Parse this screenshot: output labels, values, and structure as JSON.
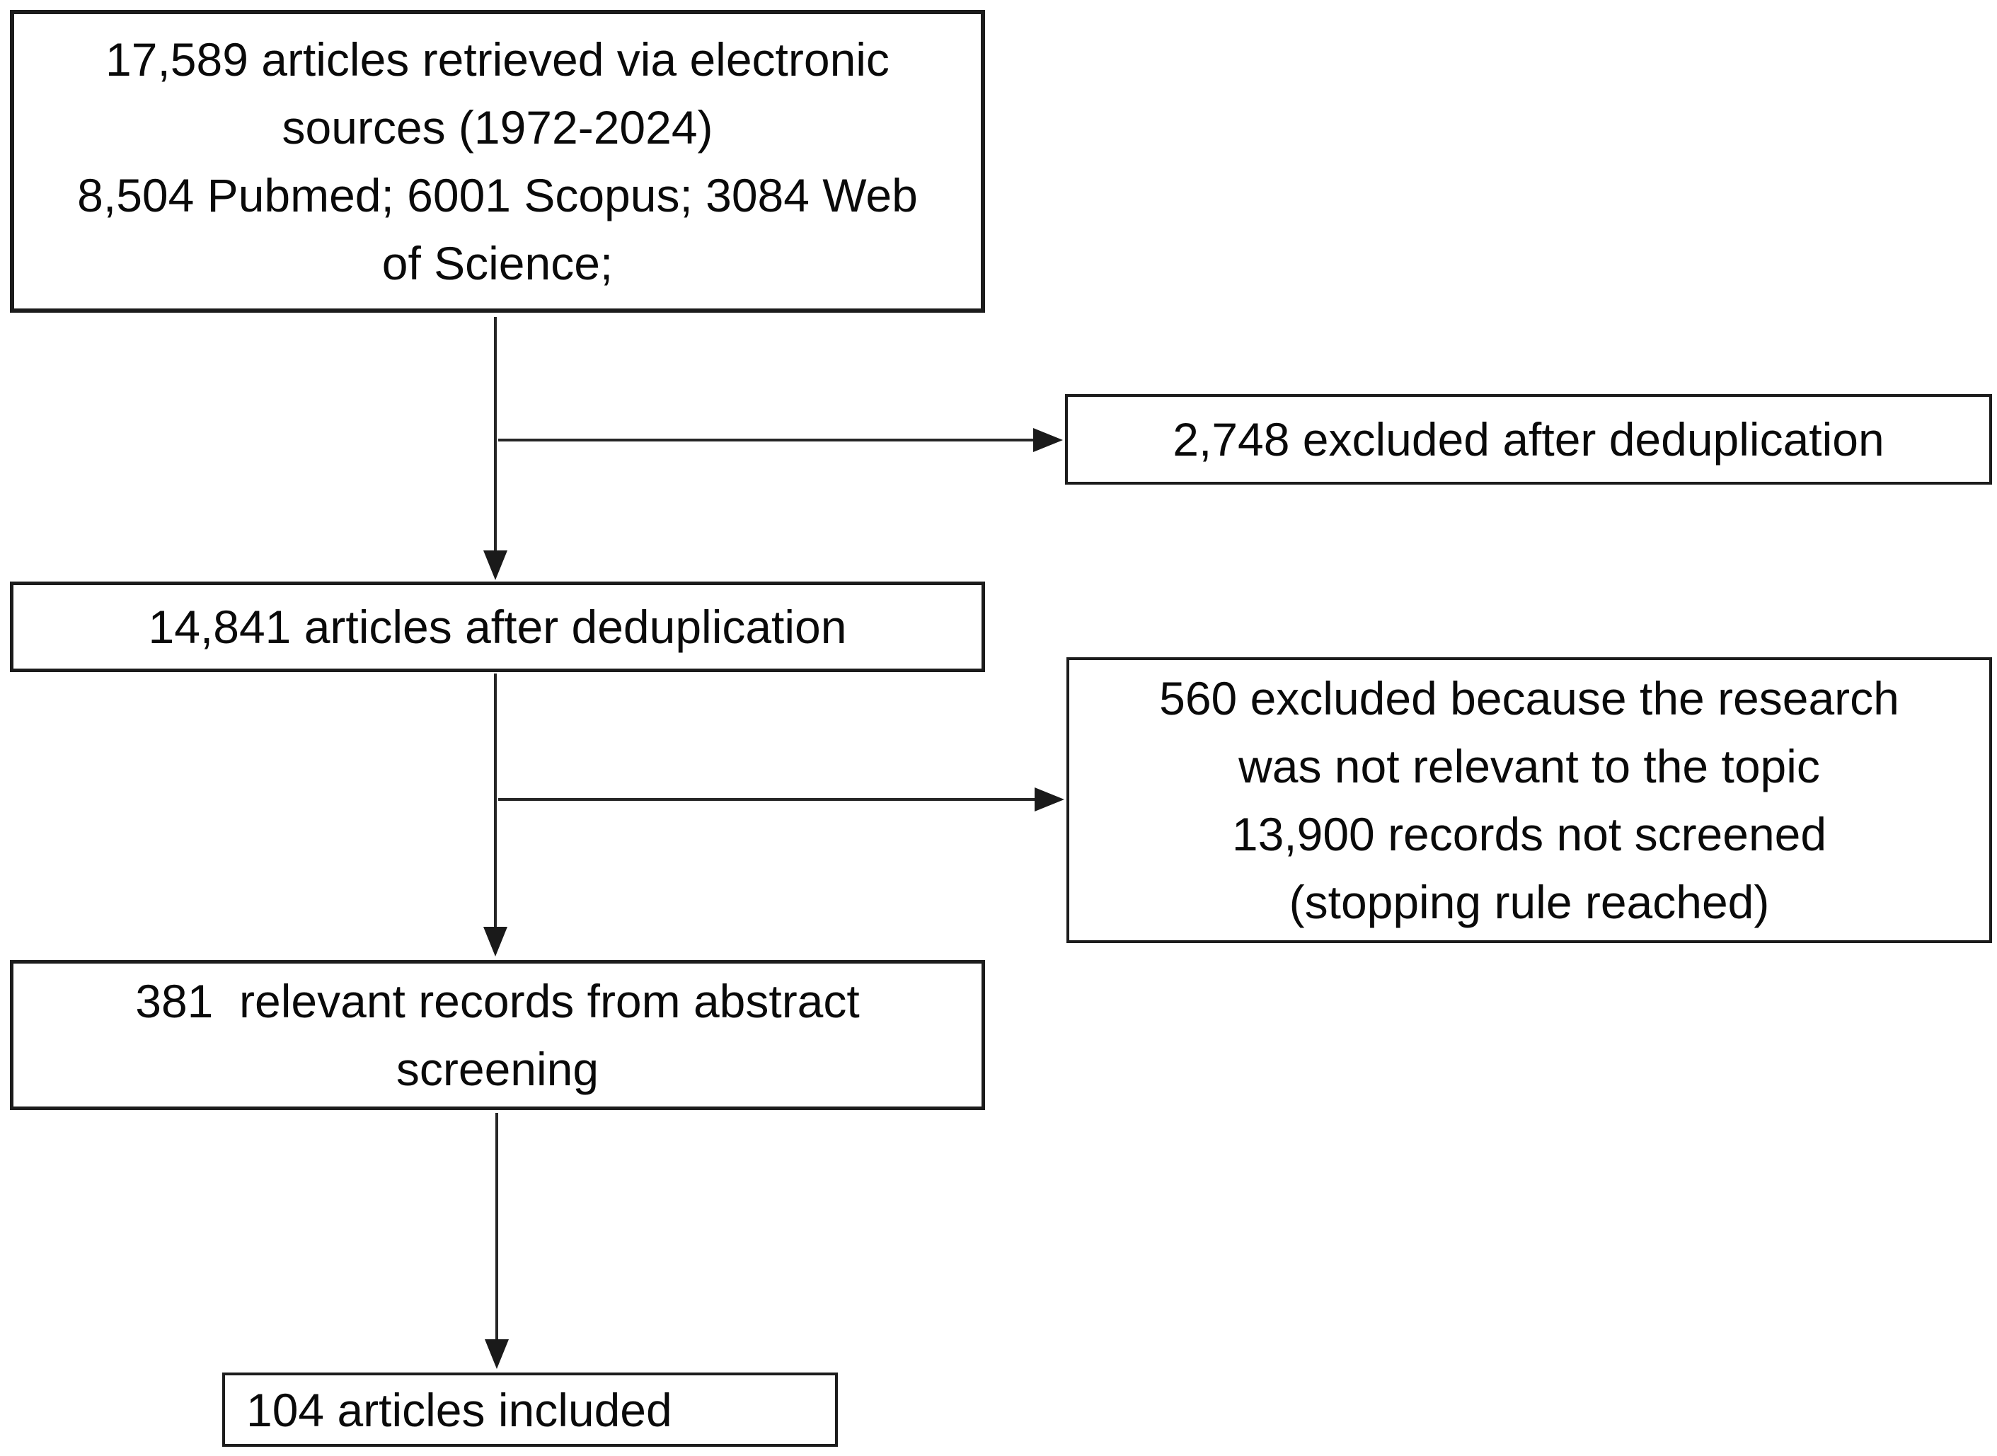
{
  "diagram": {
    "type": "prisma-flowchart",
    "colors": {
      "background": "#ffffff",
      "box_border": "#1c1c1c",
      "text": "#0a0a0a",
      "arrow": "#262626"
    },
    "nodes": {
      "retrieved": {
        "lines": [
          "17,589 articles retrieved via electronic",
          "sources (1972-2024)",
          "8,504 Pubmed; 6001 Scopus; 3084 Web",
          "of Science;"
        ]
      },
      "excluded_after_dedup": {
        "lines": [
          "2,748 excluded after deduplication"
        ]
      },
      "after_dedup": {
        "lines": [
          "14,841 articles after deduplication"
        ]
      },
      "excluded_not_relevant": {
        "lines": [
          "560 excluded because the research",
          "was not relevant to the topic",
          "13,900 records not screened",
          "(stopping rule reached)"
        ]
      },
      "abstract_screening": {
        "lines": [
          "381  relevant records from abstract",
          "screening"
        ]
      },
      "included": {
        "lines": [
          "104 articles included"
        ]
      }
    },
    "edges": [
      {
        "from": "retrieved",
        "to": "after_dedup",
        "direction": "down"
      },
      {
        "from": "retrieved",
        "to": "excluded_after_dedup",
        "direction": "right"
      },
      {
        "from": "after_dedup",
        "to": "abstract_screening",
        "direction": "down"
      },
      {
        "from": "after_dedup",
        "to": "excluded_not_relevant",
        "direction": "right"
      },
      {
        "from": "abstract_screening",
        "to": "included",
        "direction": "down"
      }
    ]
  }
}
